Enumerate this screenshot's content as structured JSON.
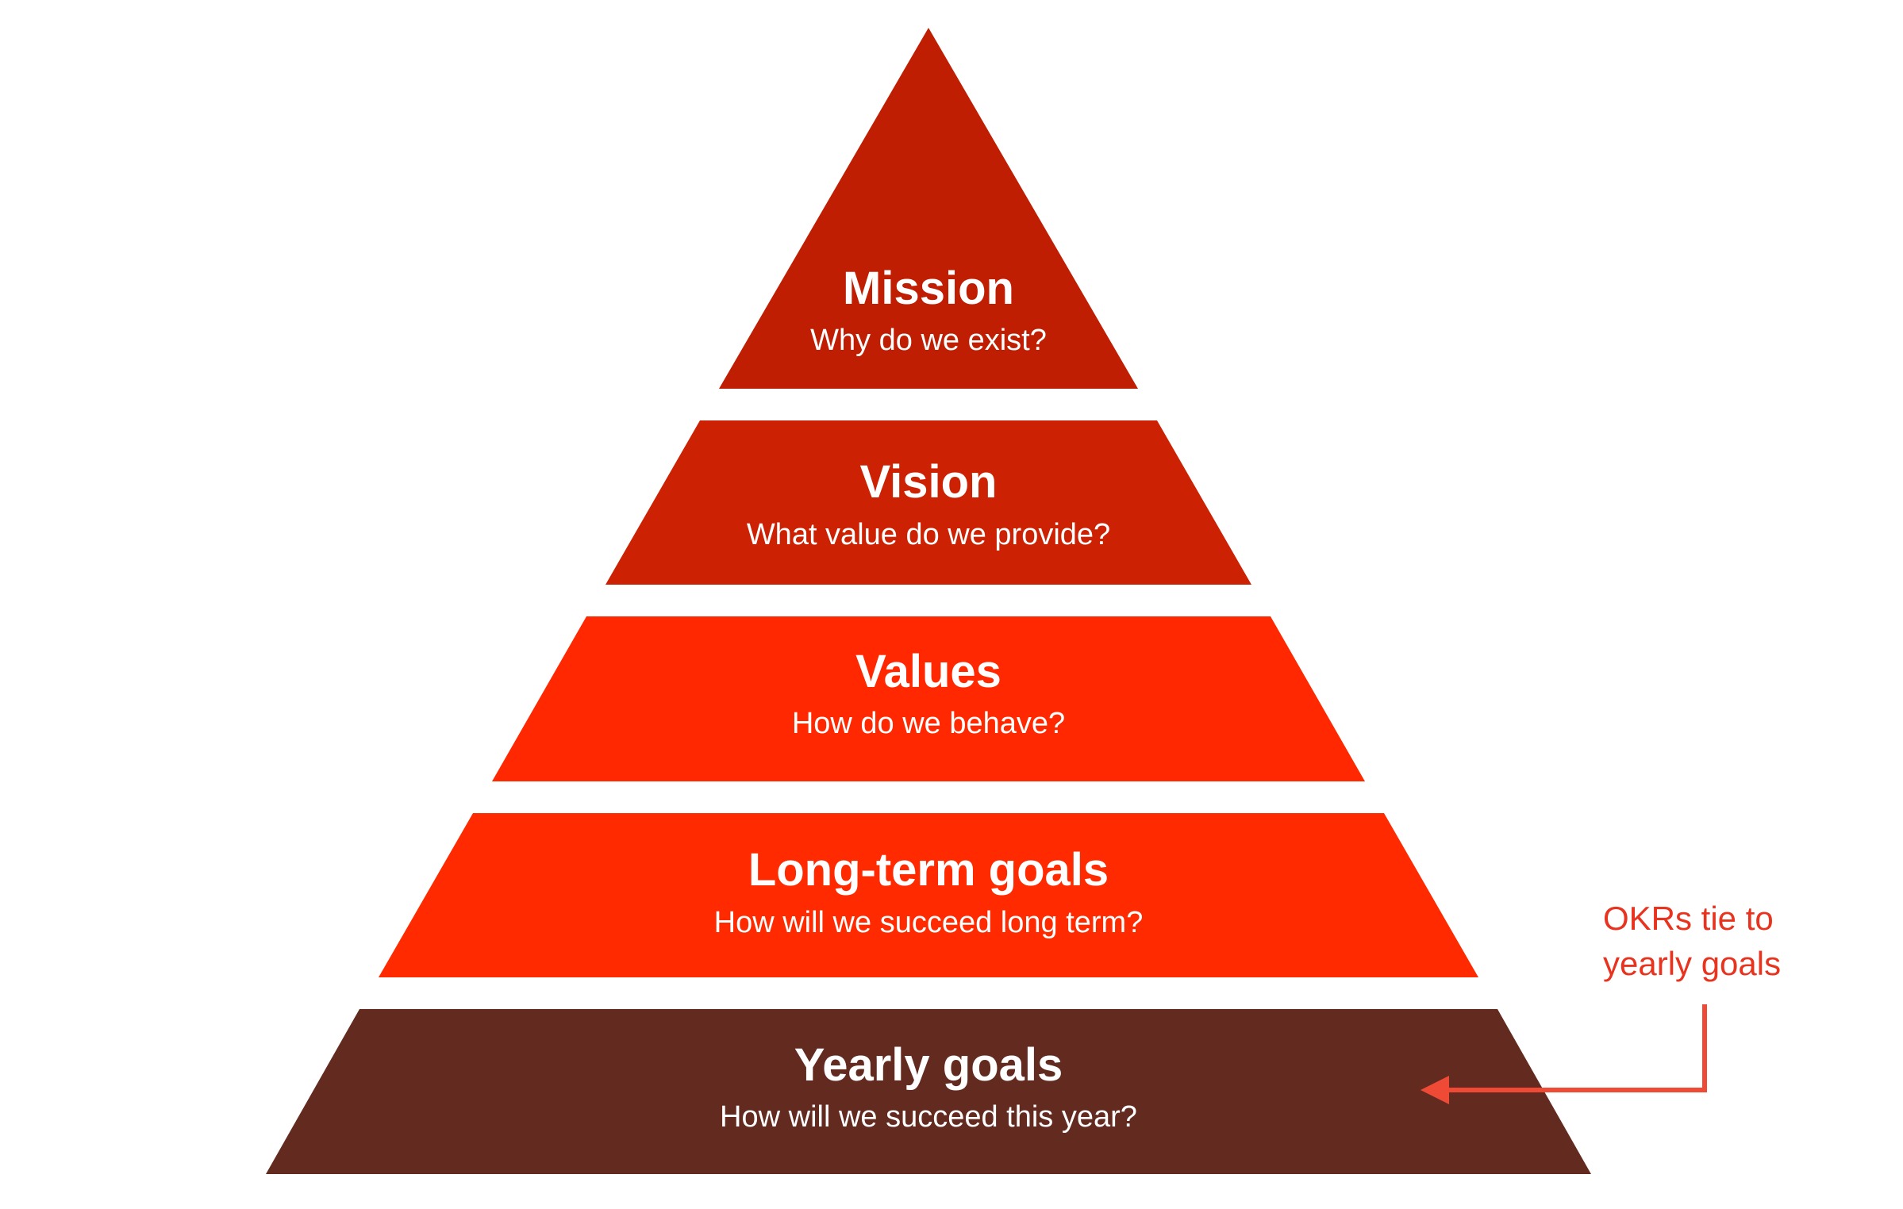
{
  "tiers": [
    {
      "title": "Mission",
      "subtitle": "Why do we exist?",
      "color": "#BF1E03"
    },
    {
      "title": "Vision",
      "subtitle": "What value do we provide?",
      "color": "#CC2102"
    },
    {
      "title": "Values",
      "subtitle": "How do we behave?",
      "color": "#FF2800"
    },
    {
      "title": "Long-term goals",
      "subtitle": "How will we succeed long term?",
      "color": "#FF2A00"
    },
    {
      "title": "Yearly goals",
      "subtitle": "How will we succeed this year?",
      "color": "#632B20"
    }
  ],
  "note": {
    "lines": [
      "OKRs tie to",
      "yearly goals"
    ],
    "color": "#E8331F",
    "arrow_color": "#EE4A35"
  }
}
